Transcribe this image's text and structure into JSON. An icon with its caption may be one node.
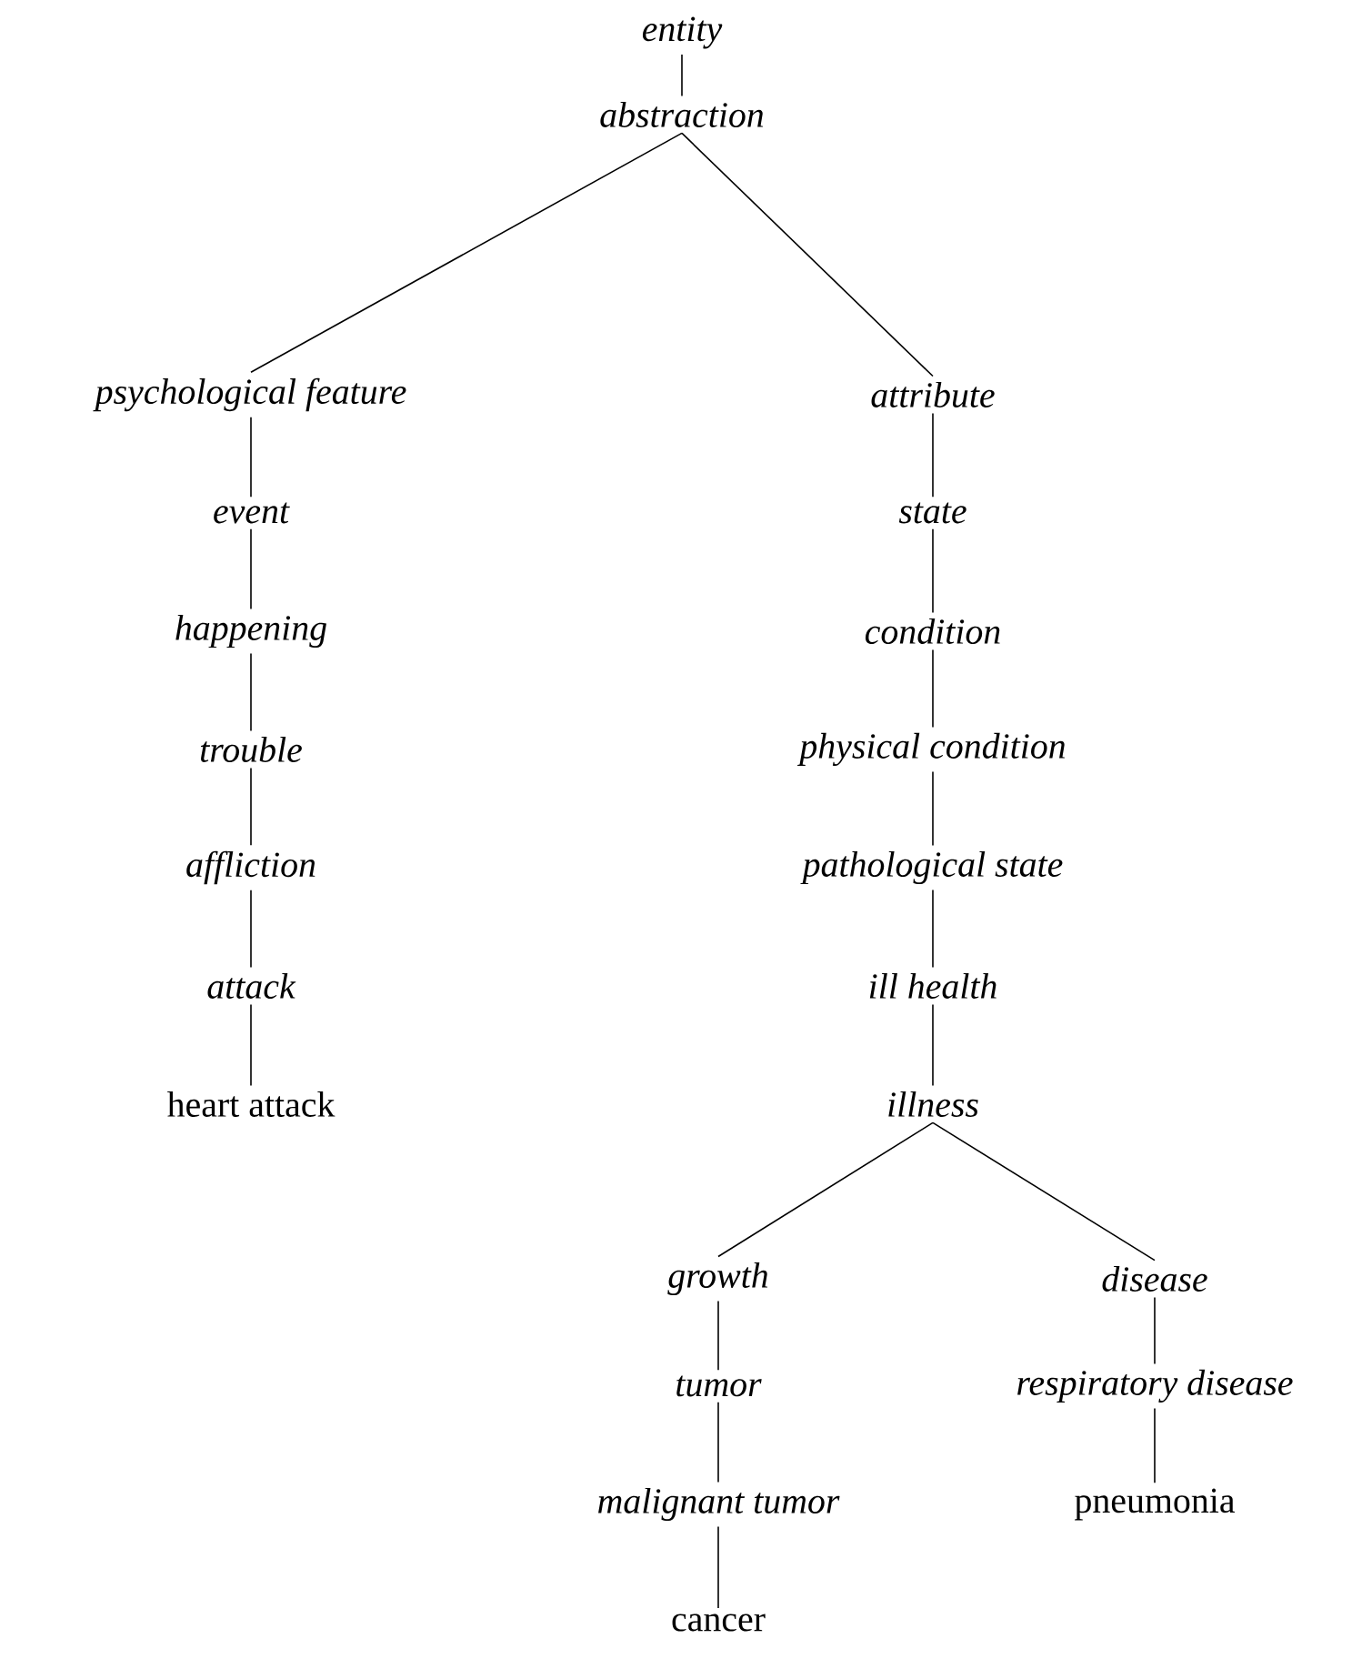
{
  "diagram": {
    "nodes": [
      {
        "text": [
          "entity"
        ]
      },
      {
        "text": [
          "abstraction"
        ]
      },
      {
        "text": [
          "psychological feature"
        ]
      },
      {
        "text": [
          "event"
        ]
      },
      {
        "text": [
          "happening"
        ]
      },
      {
        "text": [
          "trouble"
        ]
      },
      {
        "text": [
          "affliction"
        ]
      },
      {
        "text": [
          "attack"
        ]
      },
      {
        "text": [
          "heart attack"
        ]
      },
      {
        "text": [
          "attribute"
        ]
      },
      {
        "text": [
          "state"
        ]
      },
      {
        "text": [
          "condition"
        ]
      },
      {
        "text": [
          "physical condition"
        ]
      },
      {
        "text": [
          "pathological state"
        ]
      },
      {
        "text": [
          "ill health"
        ]
      },
      {
        "text": [
          "illness"
        ]
      },
      {
        "text": [
          "growth"
        ]
      },
      {
        "text": [
          "tumor"
        ]
      },
      {
        "text": [
          "malignant tumor"
        ]
      },
      {
        "text": [
          "cancer"
        ]
      },
      {
        "text": [
          "disease"
        ]
      },
      {
        "text": [
          "respiratory disease"
        ]
      },
      {
        "text": [
          "pneumonia"
        ]
      }
    ],
    "edges": [
      {
        "from": 0,
        "to": 1,
        "arrow": "none"
      },
      {
        "from": 1,
        "to": 2,
        "arrow": "none"
      },
      {
        "from": 2,
        "to": 3,
        "arrow": "none"
      },
      {
        "from": 3,
        "to": 4,
        "arrow": "none"
      },
      {
        "from": 4,
        "to": 5,
        "arrow": "none"
      },
      {
        "from": 5,
        "to": 6,
        "arrow": "none"
      },
      {
        "from": 6,
        "to": 7,
        "arrow": "none"
      },
      {
        "from": 7,
        "to": 8,
        "arrow": "none"
      },
      {
        "from": 1,
        "to": 9,
        "arrow": "none"
      },
      {
        "from": 9,
        "to": 10,
        "arrow": "none"
      },
      {
        "from": 10,
        "to": 11,
        "arrow": "none"
      },
      {
        "from": 11,
        "to": 12,
        "arrow": "none"
      },
      {
        "from": 12,
        "to": 13,
        "arrow": "none"
      },
      {
        "from": 13,
        "to": 14,
        "arrow": "none"
      },
      {
        "from": 14,
        "to": 15,
        "arrow": "none"
      },
      {
        "from": 15,
        "to": 16,
        "arrow": "none"
      },
      {
        "from": 16,
        "to": 17,
        "arrow": "none"
      },
      {
        "from": 17,
        "to": 18,
        "arrow": "none"
      },
      {
        "from": 18,
        "to": 19,
        "arrow": "none"
      },
      {
        "from": 15,
        "to": 20,
        "arrow": "none"
      },
      {
        "from": 20,
        "to": 21,
        "arrow": "none"
      },
      {
        "from": 21,
        "to": 22,
        "arrow": "none"
      }
    ]
  }
}
